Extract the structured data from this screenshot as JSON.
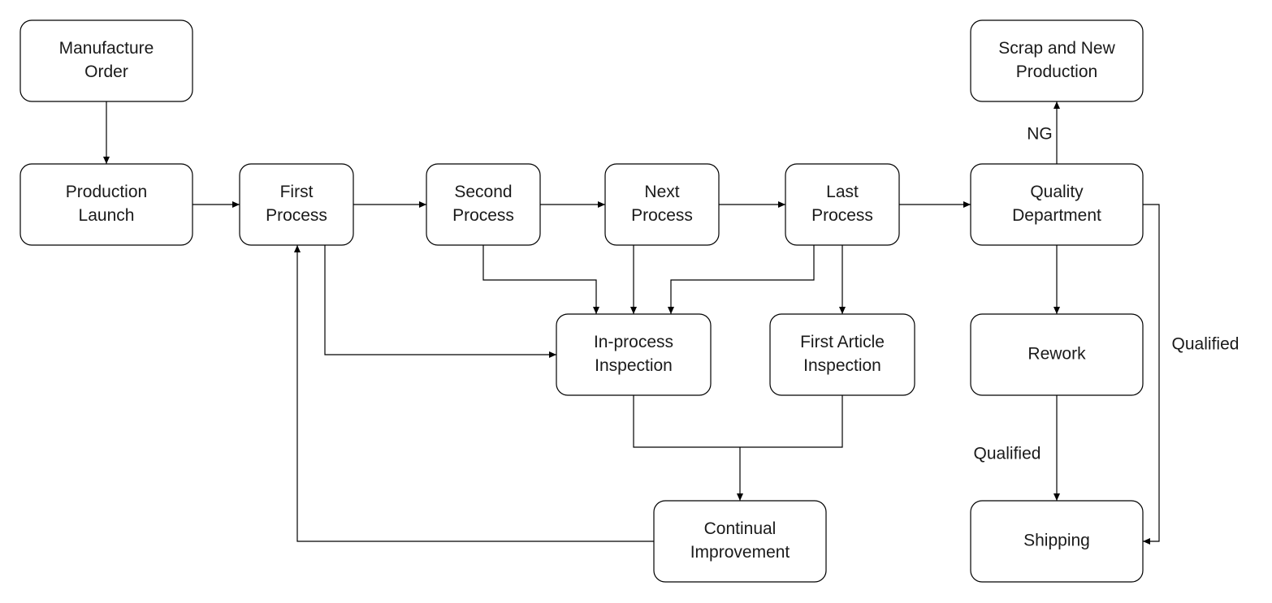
{
  "nodes": [
    {
      "id": "manufacture-order",
      "lines": [
        "Manufacture",
        "Order"
      ]
    },
    {
      "id": "production-launch",
      "lines": [
        "Production",
        "Launch"
      ]
    },
    {
      "id": "first-process",
      "lines": [
        "First",
        "Process"
      ]
    },
    {
      "id": "second-process",
      "lines": [
        "Second",
        "Process"
      ]
    },
    {
      "id": "next-process",
      "lines": [
        "Next",
        "Process"
      ]
    },
    {
      "id": "last-process",
      "lines": [
        "Last",
        "Process"
      ]
    },
    {
      "id": "quality-department",
      "lines": [
        "Quality",
        "Department"
      ]
    },
    {
      "id": "scrap-and-new-production",
      "lines": [
        "Scrap and New",
        "Production"
      ]
    },
    {
      "id": "in-process-inspection",
      "lines": [
        "In-process",
        "Inspection"
      ]
    },
    {
      "id": "first-article-inspection",
      "lines": [
        "First Article",
        "Inspection"
      ]
    },
    {
      "id": "rework",
      "lines": [
        "Rework"
      ]
    },
    {
      "id": "continual-improvement",
      "lines": [
        "Continual",
        "Improvement"
      ]
    },
    {
      "id": "shipping",
      "lines": [
        "Shipping"
      ]
    }
  ],
  "edges": [
    {
      "id": "order-to-launch",
      "from": "manufacture-order",
      "to": "production-launch",
      "label": ""
    },
    {
      "id": "launch-to-first",
      "from": "production-launch",
      "to": "first-process",
      "label": ""
    },
    {
      "id": "first-to-second",
      "from": "first-process",
      "to": "second-process",
      "label": ""
    },
    {
      "id": "second-to-next",
      "from": "second-process",
      "to": "next-process",
      "label": ""
    },
    {
      "id": "next-to-last",
      "from": "next-process",
      "to": "last-process",
      "label": ""
    },
    {
      "id": "last-to-quality",
      "from": "last-process",
      "to": "quality-department",
      "label": ""
    },
    {
      "id": "quality-to-scrap",
      "from": "quality-department",
      "to": "scrap-and-new-production",
      "label": "NG"
    },
    {
      "id": "quality-to-rework",
      "from": "quality-department",
      "to": "rework",
      "label": ""
    },
    {
      "id": "rework-to-shipping",
      "from": "rework",
      "to": "shipping",
      "label": "Qualified"
    },
    {
      "id": "quality-to-shipping",
      "from": "quality-department",
      "to": "shipping",
      "label": "Qualified"
    },
    {
      "id": "first-to-inprocess",
      "from": "first-process",
      "to": "in-process-inspection",
      "label": ""
    },
    {
      "id": "second-to-inprocess",
      "from": "second-process",
      "to": "in-process-inspection",
      "label": ""
    },
    {
      "id": "next-to-inprocess",
      "from": "next-process",
      "to": "in-process-inspection",
      "label": ""
    },
    {
      "id": "last-to-inprocess",
      "from": "last-process",
      "to": "in-process-inspection",
      "label": ""
    },
    {
      "id": "last-to-firstarticle",
      "from": "last-process",
      "to": "first-article-inspection",
      "label": ""
    },
    {
      "id": "inspections-to-improvement",
      "from": "in-process-inspection",
      "to": "continual-improvement",
      "label": ""
    },
    {
      "id": "improvement-to-first",
      "from": "continual-improvement",
      "to": "first-process",
      "label": ""
    }
  ]
}
